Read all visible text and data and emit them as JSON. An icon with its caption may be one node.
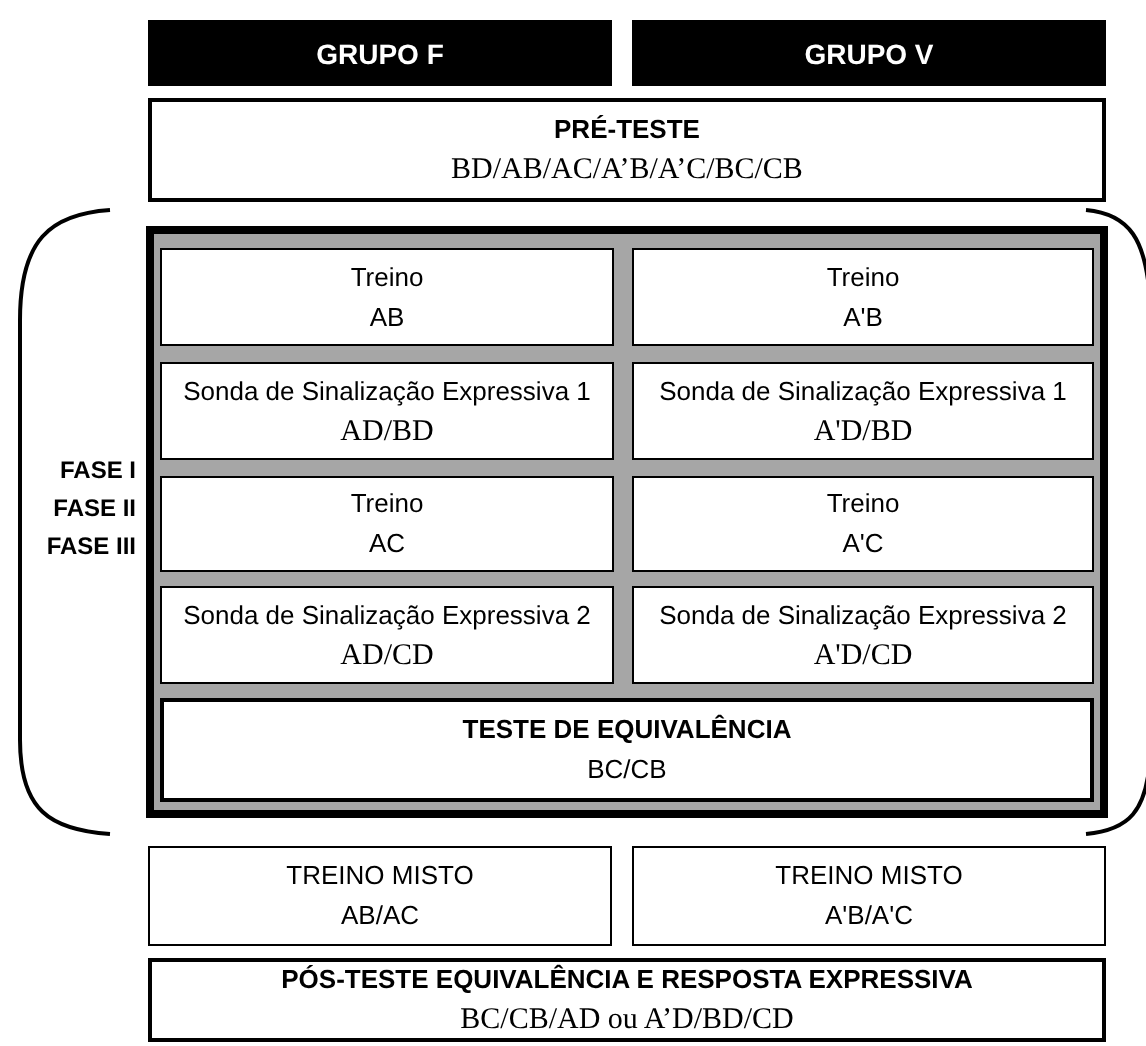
{
  "diagram": {
    "nodes": [
      {
        "text": [
          "GRUPO F"
        ]
      },
      {
        "text": [
          "GRUPO V"
        ]
      },
      {
        "text": [
          "PRÉ-TESTE",
          "BD/AB/AC/A’B/A’C/BC/CB"
        ]
      },
      {
        "text": [],
        "shape": "box"
      },
      {
        "text": [
          "Treino",
          "AB"
        ],
        "in": 3
      },
      {
        "text": [
          "Treino",
          "A'B"
        ],
        "in": 3
      },
      {
        "text": [
          "Sonda de Sinalização Expressiva 1",
          "AD/BD"
        ],
        "in": 3
      },
      {
        "text": [
          "Sonda de Sinalização Expressiva 1",
          "A'D/BD"
        ],
        "in": 3
      },
      {
        "text": [
          "Treino",
          "AC"
        ],
        "in": 3
      },
      {
        "text": [
          "Treino",
          "A'C"
        ],
        "in": 3
      },
      {
        "text": [
          "Sonda de Sinalização Expressiva 2",
          "AD/CD"
        ],
        "in": 3
      },
      {
        "text": [
          "Sonda de Sinalização Expressiva 2",
          "A'D/CD"
        ],
        "in": 3
      },
      {
        "text": [
          "TESTE DE EQUIVALÊNCIA",
          "BC/CB"
        ],
        "in": 3
      },
      {
        "text": [
          "TREINO MISTO",
          "AB/AC"
        ]
      },
      {
        "text": [
          "TREINO MISTO",
          "A'B/A'C"
        ]
      },
      {
        "text": [
          "PÓS-TESTE EQUIVALÊNCIA E RESPOSTA EXPRESSIVA",
          "BC/CB/AD ou A’D/BD/CD"
        ]
      }
    ],
    "edges": [],
    "labels": [
      "FASE I",
      "FASE II",
      "FASE III"
    ]
  }
}
